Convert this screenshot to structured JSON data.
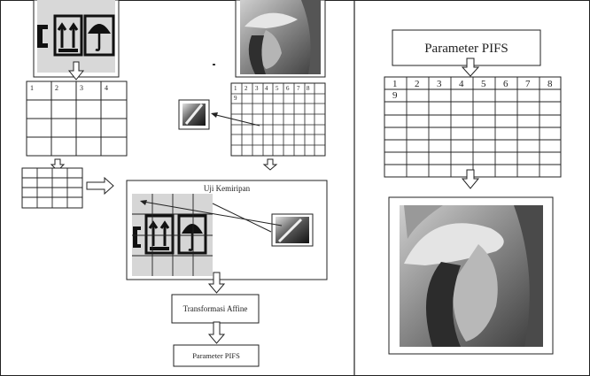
{
  "left_panel": {
    "grid_a_labels": [
      "1",
      "2",
      "3",
      "4"
    ],
    "grid_b_labels": [
      "1",
      "2",
      "3",
      "4",
      "5",
      "6",
      "7",
      "8",
      "9"
    ],
    "uji_kemiripan": "Uji Kemiripan",
    "transformasi_affine": "Transformasi Affine",
    "parameter_pifs": "Parameter PIFS"
  },
  "right_panel": {
    "parameter_pifs": "Parameter PIFS",
    "grid_labels": [
      "1",
      "2",
      "3",
      "4",
      "5",
      "6",
      "7",
      "8",
      "9"
    ]
  },
  "colors": {
    "line": "#222222",
    "photo_dark": "#3a3a3a",
    "photo_mid": "#8a8a8a",
    "photo_light": "#cfcfcf",
    "icon_bg": "#d8d8d8"
  },
  "icons": {
    "up_arrows": "this-way-up-icon",
    "umbrella": "keep-dry-umbrella-icon",
    "arrow_down": "hollow-arrow-down-icon",
    "arrow_right": "hollow-arrow-right-icon"
  }
}
